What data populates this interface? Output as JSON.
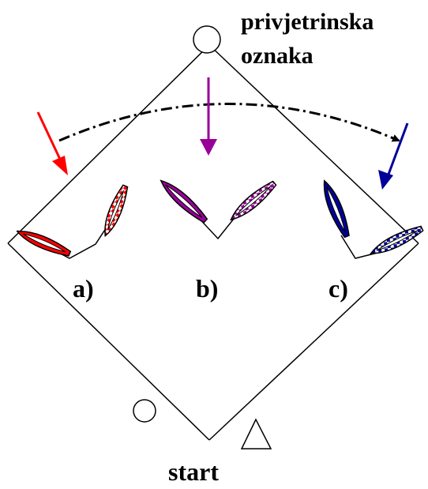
{
  "labels": {
    "windward_line1": "privjetrinska",
    "windward_line2": "oznaka",
    "case_a": "a)",
    "case_b": "b)",
    "case_c": "c)",
    "start": "start"
  },
  "colors": {
    "line": "#000000",
    "case_a": "#ff0000",
    "case_a_dark": "#b00000",
    "case_b": "#990099",
    "case_b_dark": "#5a005a",
    "case_c": "#000099",
    "case_c_dark": "#00004d",
    "hull_fill": "#ffffff"
  },
  "icons": {
    "windward_mark": "circle-mark-icon",
    "start_boat_mark": "triangle-mark-icon",
    "start_pin_mark": "circle-mark-icon"
  }
}
